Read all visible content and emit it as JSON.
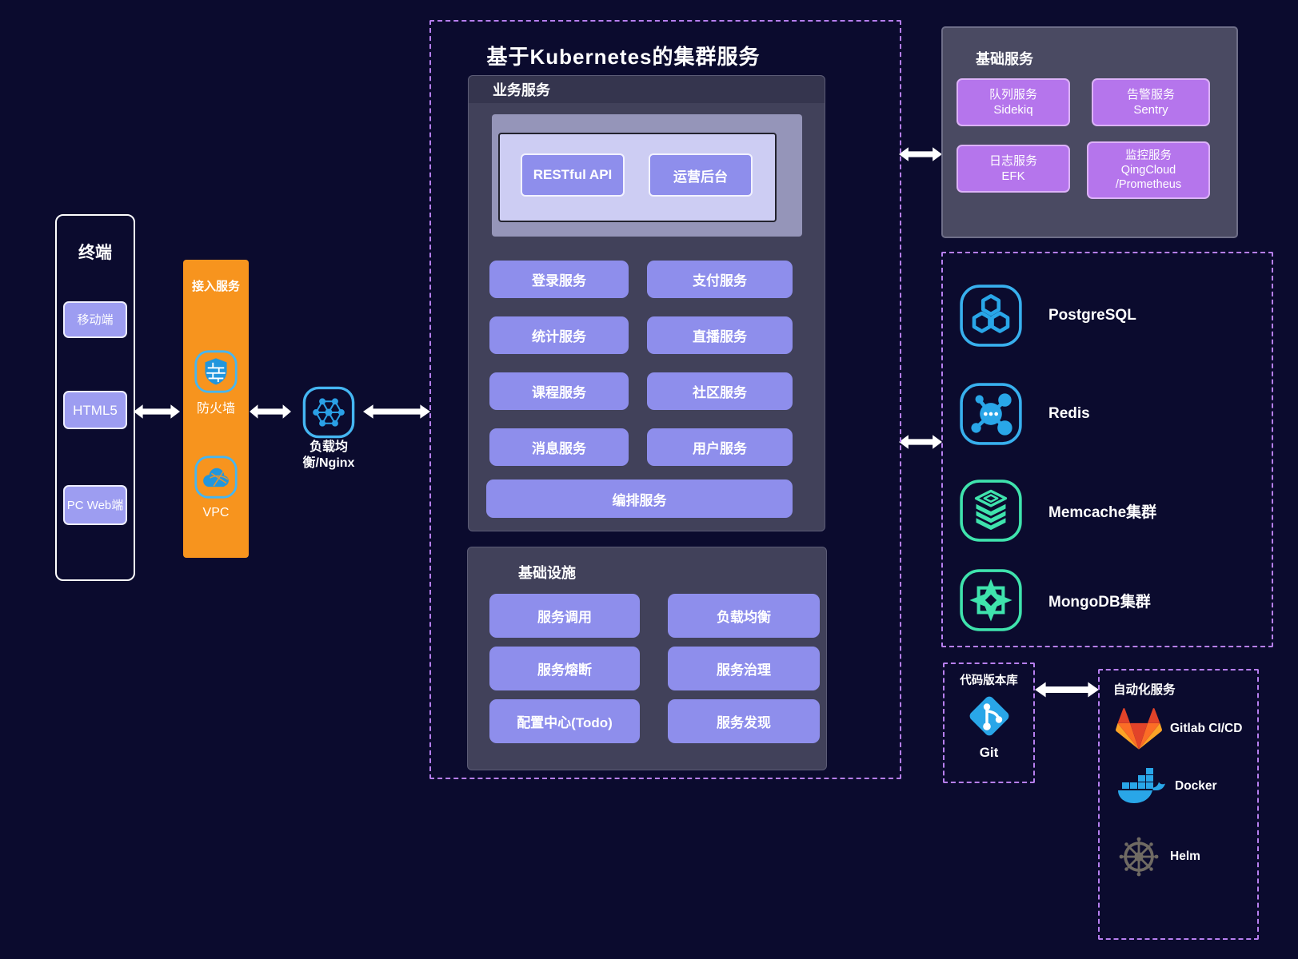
{
  "colors": {
    "background": "#0b0b2e",
    "dashed_border": "#b77ff0",
    "accent_blue": "#29a6e8",
    "accent_teal": "#3fe3ad",
    "orange": "#f7941e",
    "periwinkle_button": "#8e8eec",
    "purple_button": "#b575ec",
    "panel": "#41415a",
    "arrow": "#ffffff"
  },
  "terminal": {
    "title": "终端",
    "items": [
      "移动端",
      "HTML5",
      "PC Web端"
    ]
  },
  "access": {
    "title": "接入服务",
    "firewall": "防火墙",
    "vpc": "VPC"
  },
  "load_balancer": {
    "line1": "负载均",
    "line2": "衡/Nginx"
  },
  "k8s": {
    "title": "基于Kubernetes的集群服务",
    "business": {
      "title": "业务服务",
      "api": "RESTful API",
      "admin": "运营后台",
      "services": [
        "登录服务",
        "支付服务",
        "统计服务",
        "直播服务",
        "课程服务",
        "社区服务",
        "消息服务",
        "用户服务"
      ],
      "orchestration": "编排服务"
    },
    "infrastructure": {
      "title": "基础设施",
      "items": [
        "服务调用",
        "负载均衡",
        "服务熔断",
        "服务治理",
        "配置中心(Todo)",
        "服务发现"
      ]
    }
  },
  "base_services": {
    "title": "基础服务",
    "buttons": [
      {
        "lines": [
          "队列服务",
          "Sidekiq"
        ]
      },
      {
        "lines": [
          "告警服务",
          "Sentry"
        ]
      },
      {
        "lines": [
          "日志服务",
          "EFK"
        ]
      },
      {
        "lines": [
          "监控服务",
          "QingCloud",
          "/Prometheus"
        ]
      }
    ]
  },
  "datastores": {
    "items": [
      {
        "label": "PostgreSQL"
      },
      {
        "label": "Redis"
      },
      {
        "label": "Memcache集群"
      },
      {
        "label": "MongoDB集群"
      }
    ]
  },
  "repository": {
    "title": "代码版本库",
    "label": "Git"
  },
  "automation": {
    "title": "自动化服务",
    "items": [
      {
        "label": "Gitlab CI/CD"
      },
      {
        "label": "Docker"
      },
      {
        "label": "Helm"
      }
    ]
  }
}
